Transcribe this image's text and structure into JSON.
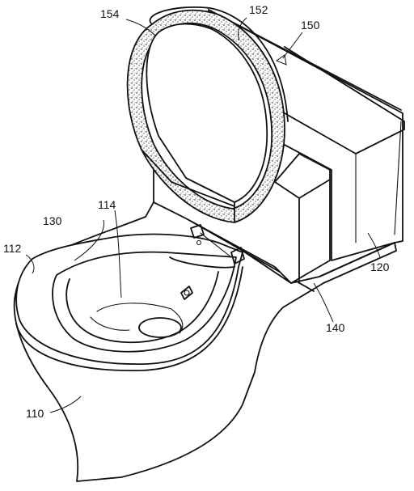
{
  "labels": {
    "l110": "110",
    "l112": "112",
    "l114": "114",
    "l120": "120",
    "l130": "130",
    "l140": "140",
    "l150": "150",
    "l152": "152",
    "l154": "154"
  },
  "colors": {
    "ink": "#111111",
    "paper": "#ffffff"
  }
}
